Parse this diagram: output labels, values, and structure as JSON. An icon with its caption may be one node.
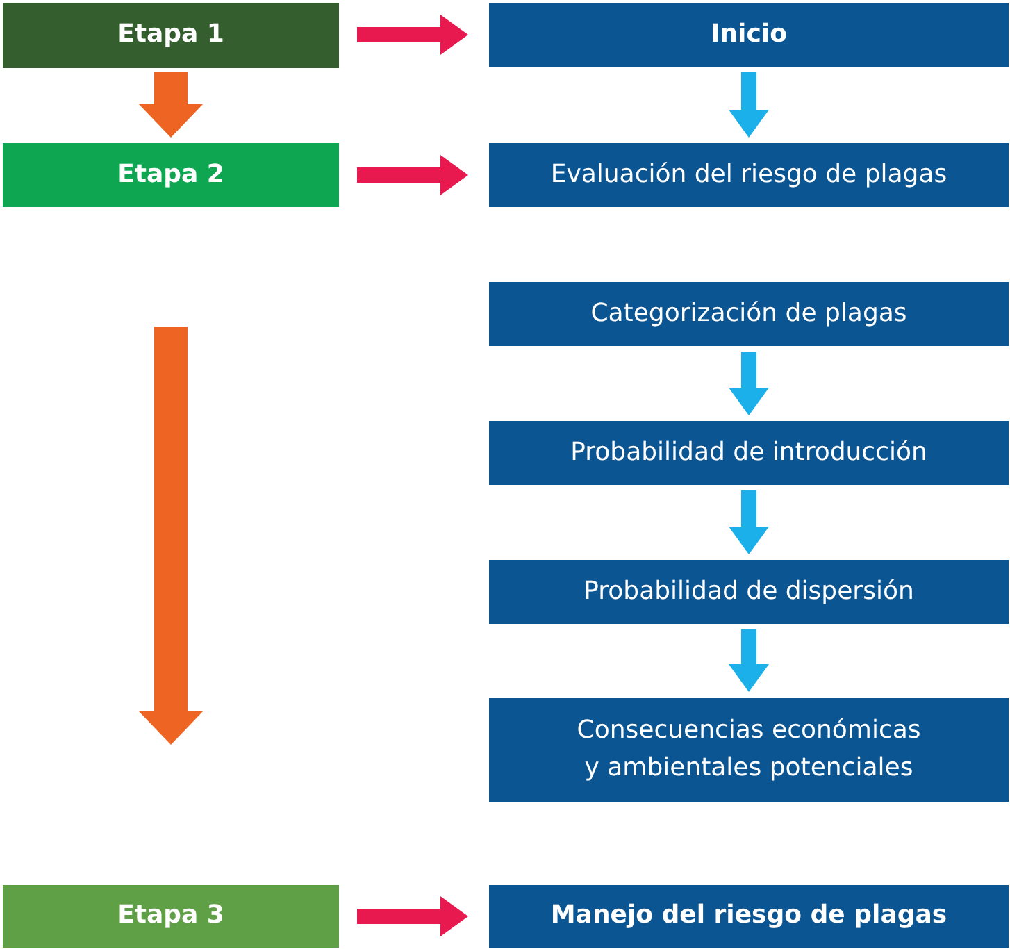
{
  "diagram": {
    "nodes": [
      {
        "text": [
          "Etapa 1"
        ]
      },
      {
        "text": [
          "Inicio"
        ]
      },
      {
        "text": [
          "Etapa 2"
        ]
      },
      {
        "text": [
          "Evaluación del riesgo de plagas"
        ]
      },
      {
        "text": [
          "Categorización de plagas"
        ]
      },
      {
        "text": [
          "Probabilidad de introducción"
        ]
      },
      {
        "text": [
          "Probabilidad de dispersión"
        ]
      },
      {
        "text": [
          "Consecuencias económicas y ambientales potenciales"
        ]
      },
      {
        "text": [
          "Etapa 3"
        ]
      },
      {
        "text": [
          "Manejo del riesgo de plagas"
        ]
      }
    ],
    "edges": [
      {
        "from": 0,
        "to": 1,
        "arrow": "to",
        "color": "#e8194f"
      },
      {
        "from": 0,
        "to": 2,
        "arrow": "to",
        "style": "thick",
        "color": "#ee6423"
      },
      {
        "from": 1,
        "to": 3,
        "arrow": "to",
        "color": "#1bb0ea"
      },
      {
        "from": 2,
        "to": 3,
        "arrow": "to",
        "color": "#e8194f"
      },
      {
        "from": 2,
        "to": 8,
        "arrow": "to",
        "style": "thick",
        "color": "#ee6423"
      },
      {
        "from": 4,
        "to": 5,
        "arrow": "to",
        "color": "#1bb0ea"
      },
      {
        "from": 5,
        "to": 6,
        "arrow": "to",
        "color": "#1bb0ea"
      },
      {
        "from": 6,
        "to": 7,
        "arrow": "to",
        "color": "#1bb0ea"
      },
      {
        "from": 8,
        "to": 9,
        "arrow": "to",
        "color": "#e8194f"
      }
    ]
  }
}
